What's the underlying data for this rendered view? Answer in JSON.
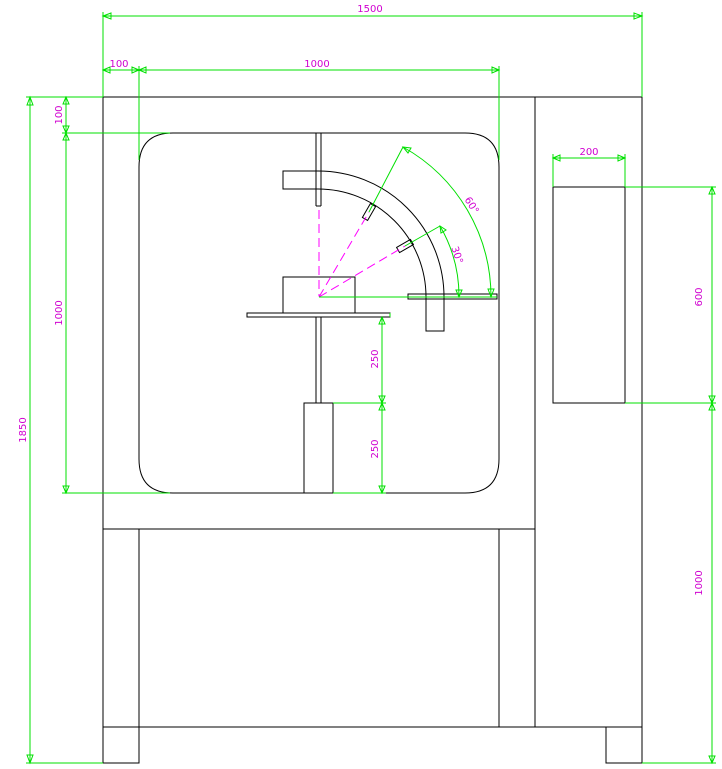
{
  "dimensions": {
    "overall_width": "1500",
    "wall_thickness": "100",
    "chamber_width": "1000",
    "top_wall": "100",
    "chamber_height": "1000",
    "total_height": "1850",
    "panel_width": "200",
    "panel_height": "600",
    "panel_base_height": "1000",
    "upper_vertical": "250",
    "lower_vertical": "250"
  },
  "angles": {
    "outer": "60°",
    "inner": "30°"
  },
  "colors": {
    "outline": "#000000",
    "dimension_lines": "#00e000",
    "text_and_axes": "#d000d0"
  }
}
